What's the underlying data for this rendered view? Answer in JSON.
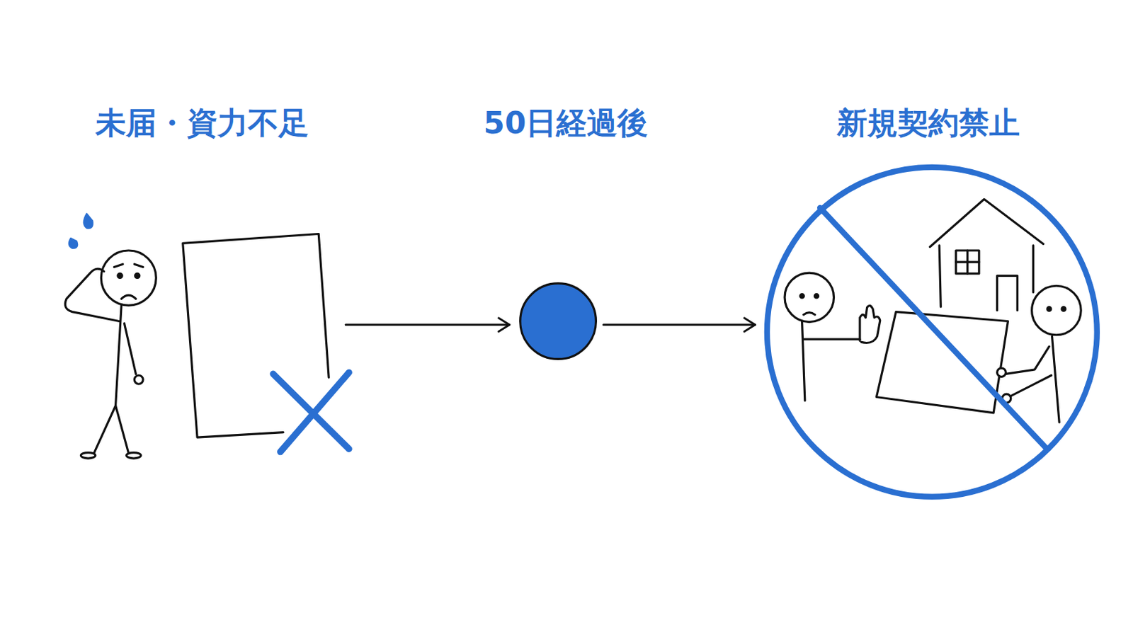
{
  "diagram": {
    "nodes": [
      {
        "text": [
          "未届・資力不足"
        ]
      },
      {
        "text": [
          "50日経過後"
        ]
      },
      {
        "text": [
          "新規契約禁止"
        ]
      }
    ],
    "edges": [
      {
        "from": 0,
        "to": 1,
        "arrow": "to"
      },
      {
        "from": 1,
        "to": 2,
        "arrow": "to"
      }
    ]
  }
}
